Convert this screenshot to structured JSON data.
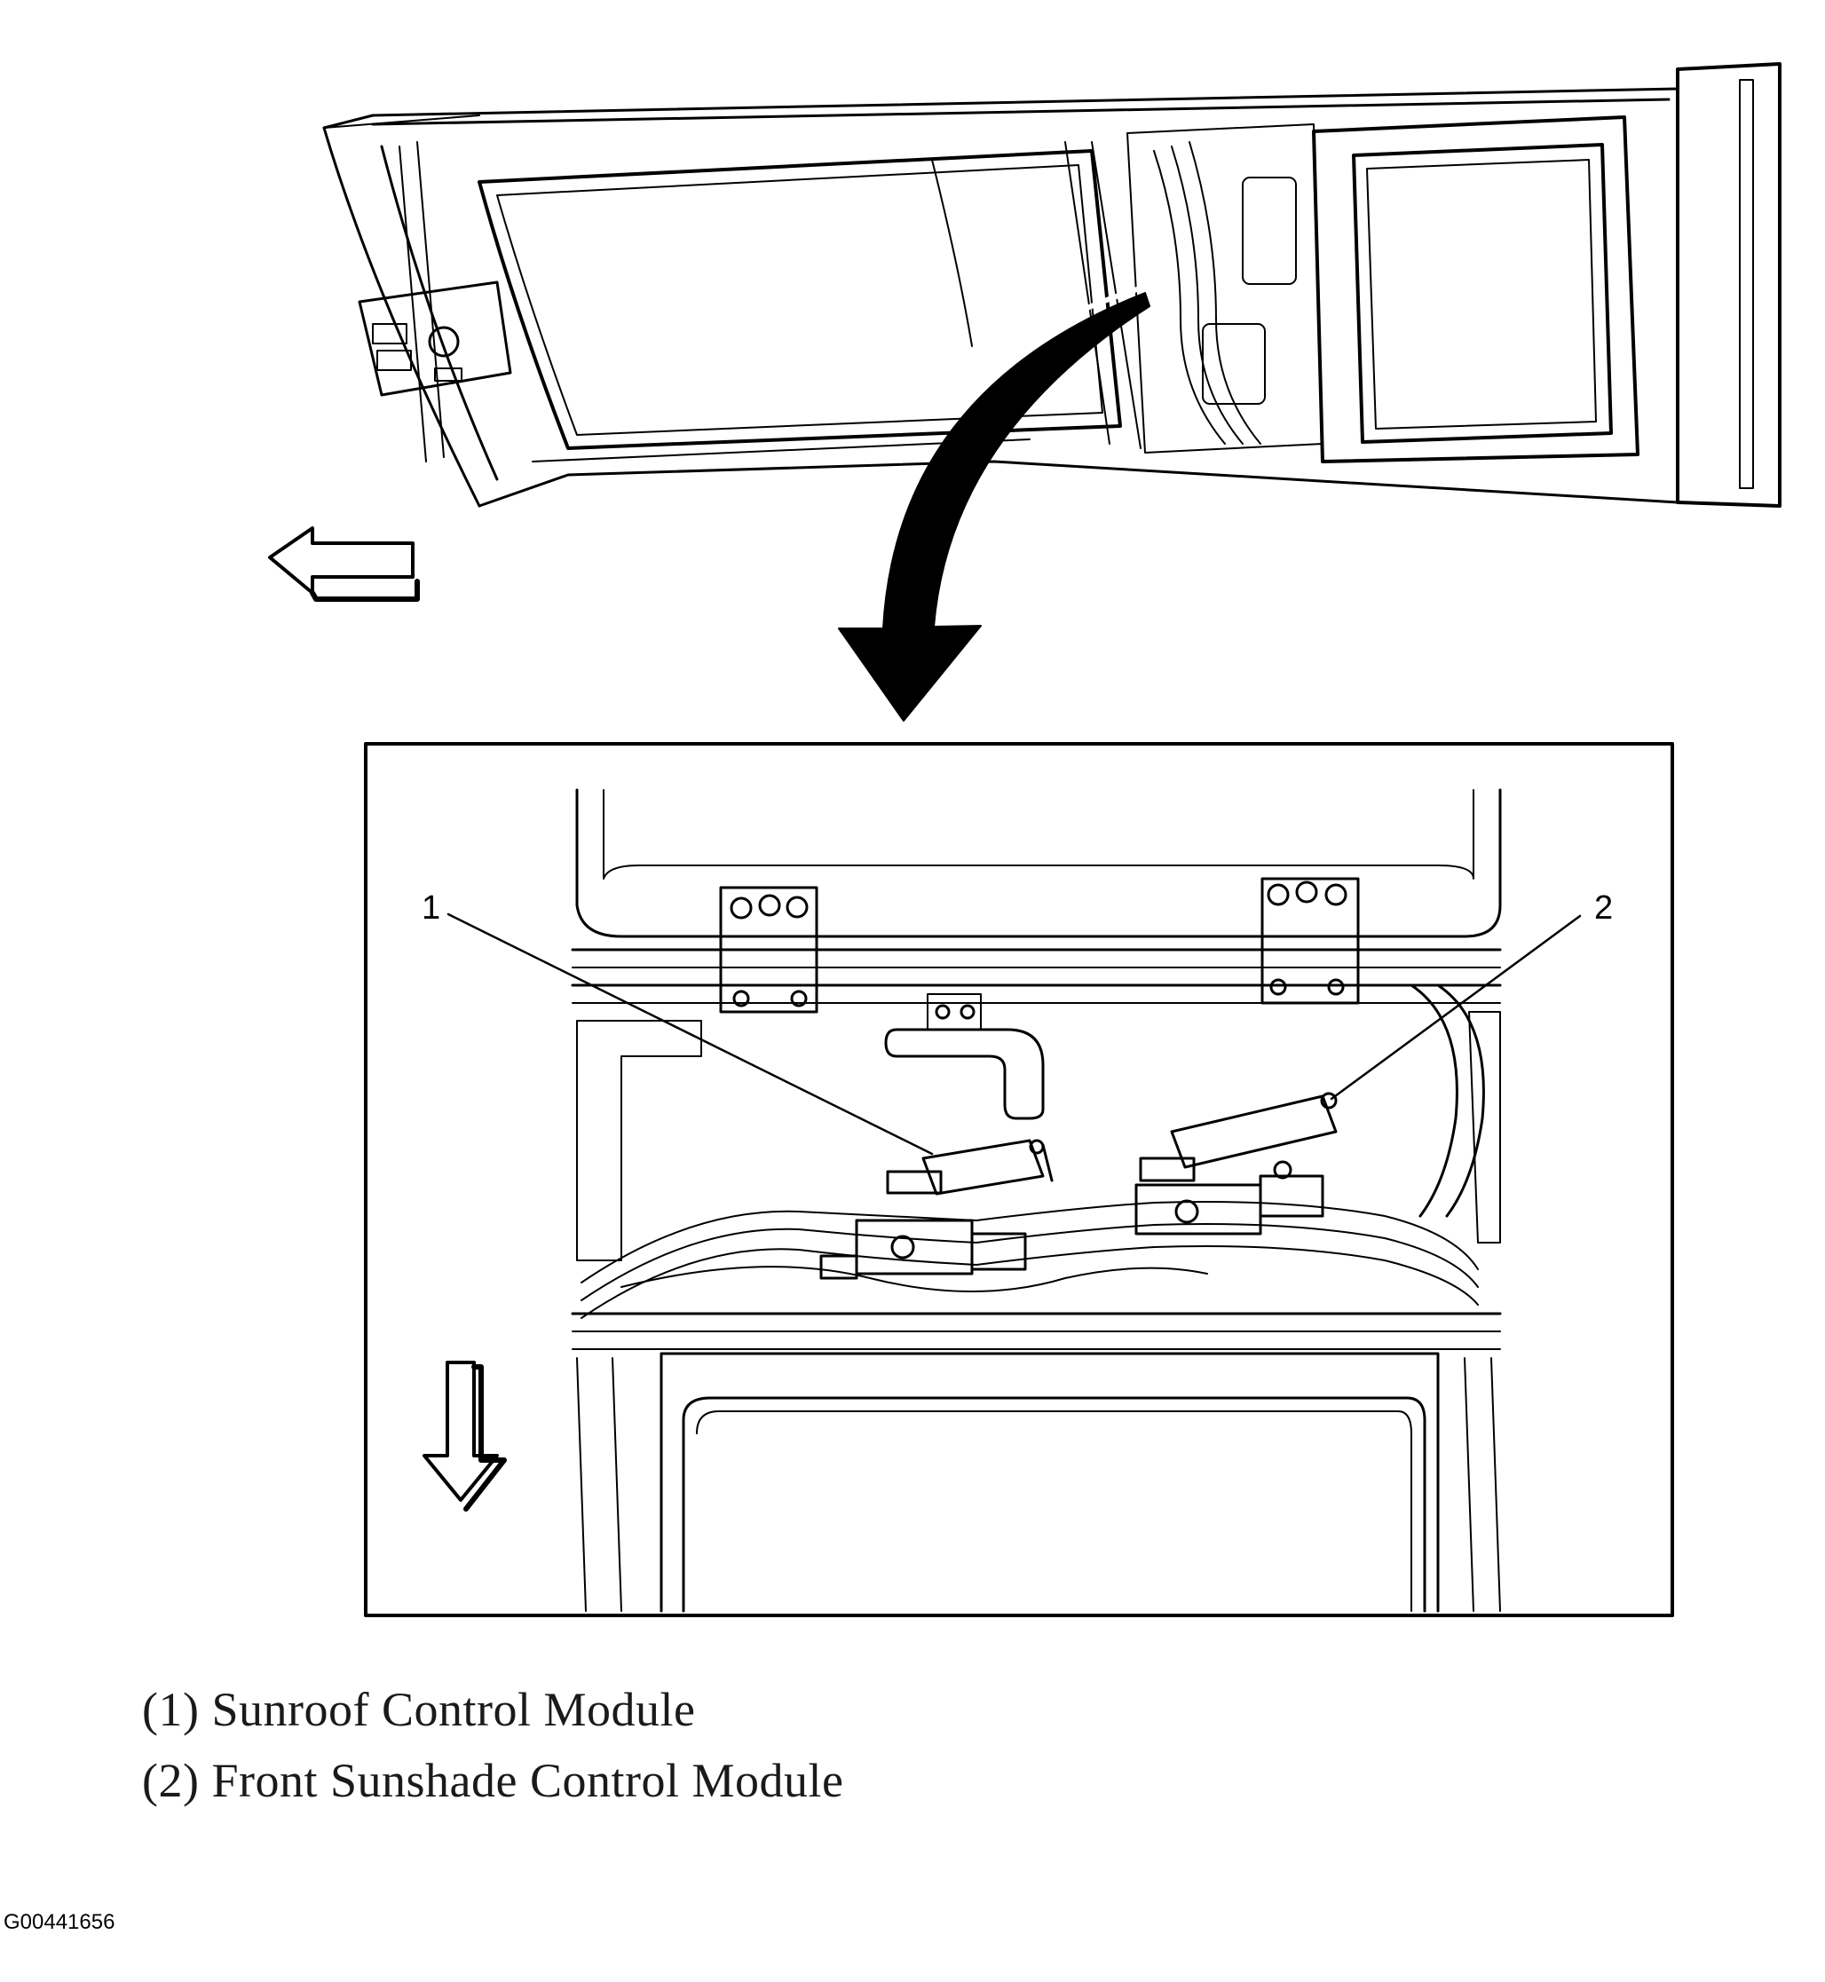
{
  "callouts": [
    {
      "number": "1",
      "part": "Sunroof Control Module"
    },
    {
      "number": "2",
      "part": "Front Sunshade Control Module"
    }
  ],
  "legend": [
    "(1) Sunroof Control Module",
    "(2) Front Sunshade Control Module"
  ],
  "figure_id": "G00441656",
  "icons": [
    "arrow-left-icon",
    "arrow-down-icon",
    "curved-arrow-icon"
  ],
  "colors": {
    "ink": "#000000",
    "paper": "#ffffff"
  }
}
